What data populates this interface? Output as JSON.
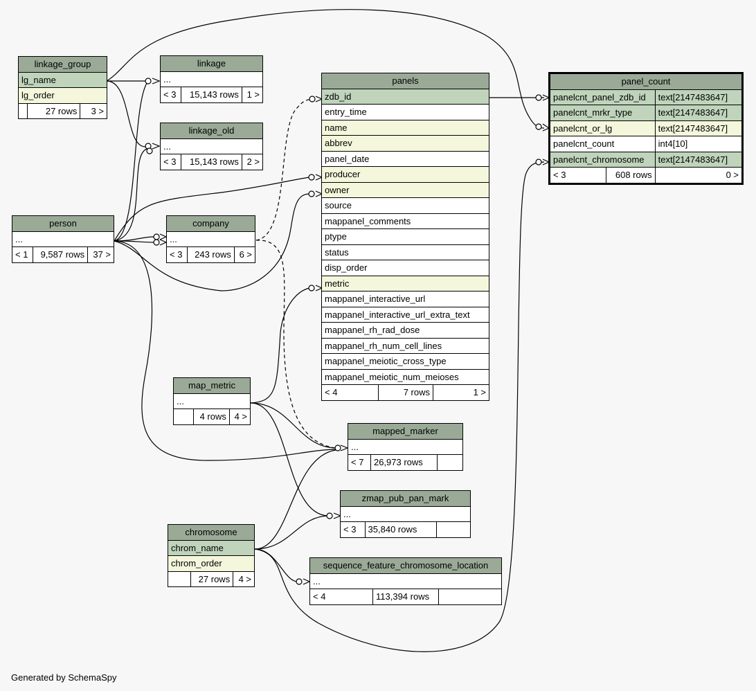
{
  "tables": {
    "linkage_group": {
      "name": "linkage_group",
      "columns": [
        {
          "name": "lg_name",
          "kind": "pk"
        },
        {
          "name": "lg_order",
          "kind": "fk"
        }
      ],
      "footer": [
        "",
        "27 rows",
        "3 >"
      ]
    },
    "linkage": {
      "name": "linkage",
      "columns": [
        {
          "name": "...",
          "kind": "plain"
        }
      ],
      "footer": [
        "< 3",
        "15,143 rows",
        "1 >"
      ]
    },
    "linkage_old": {
      "name": "linkage_old",
      "columns": [
        {
          "name": "...",
          "kind": "plain"
        }
      ],
      "footer": [
        "< 3",
        "15,143 rows",
        "2 >"
      ]
    },
    "person": {
      "name": "person",
      "columns": [
        {
          "name": "...",
          "kind": "plain"
        }
      ],
      "footer": [
        "< 1",
        "9,587 rows",
        "37 >"
      ]
    },
    "company": {
      "name": "company",
      "columns": [
        {
          "name": "...",
          "kind": "plain"
        }
      ],
      "footer": [
        "< 3",
        "243 rows",
        "6 >"
      ]
    },
    "panels": {
      "name": "panels",
      "columns": [
        {
          "name": "zdb_id",
          "kind": "pk"
        },
        {
          "name": "entry_time",
          "kind": "plain"
        },
        {
          "name": "name",
          "kind": "fk"
        },
        {
          "name": "abbrev",
          "kind": "fk"
        },
        {
          "name": "panel_date",
          "kind": "plain"
        },
        {
          "name": "producer",
          "kind": "fk"
        },
        {
          "name": "owner",
          "kind": "fk"
        },
        {
          "name": "source",
          "kind": "plain"
        },
        {
          "name": "mappanel_comments",
          "kind": "plain"
        },
        {
          "name": "ptype",
          "kind": "plain"
        },
        {
          "name": "status",
          "kind": "plain"
        },
        {
          "name": "disp_order",
          "kind": "plain"
        },
        {
          "name": "metric",
          "kind": "fk"
        },
        {
          "name": "mappanel_interactive_url",
          "kind": "plain"
        },
        {
          "name": "mappanel_interactive_url_extra_text",
          "kind": "plain"
        },
        {
          "name": "mappanel_rh_rad_dose",
          "kind": "plain"
        },
        {
          "name": "mappanel_rh_num_cell_lines",
          "kind": "plain"
        },
        {
          "name": "mappanel_meiotic_cross_type",
          "kind": "plain"
        },
        {
          "name": "mappanel_meiotic_num_meioses",
          "kind": "plain"
        }
      ],
      "footer": [
        "< 4",
        "7 rows",
        "1 >"
      ]
    },
    "panel_count": {
      "name": "panel_count",
      "columns": [
        {
          "name": "panelcnt_panel_zdb_id",
          "type": "text[2147483647]",
          "kind": "pk"
        },
        {
          "name": "panelcnt_mrkr_type",
          "type": "text[2147483647]",
          "kind": "pk"
        },
        {
          "name": "panelcnt_or_lg",
          "type": "text[2147483647]",
          "kind": "fk"
        },
        {
          "name": "panelcnt_count",
          "type": "int4[10]",
          "kind": "plain"
        },
        {
          "name": "panelcnt_chromosome",
          "type": "text[2147483647]",
          "kind": "pk"
        }
      ],
      "footer": [
        "< 3",
        "608 rows",
        "0 >"
      ]
    },
    "map_metric": {
      "name": "map_metric",
      "columns": [
        {
          "name": "...",
          "kind": "plain"
        }
      ],
      "footer": [
        "",
        "4 rows",
        "4 >"
      ]
    },
    "mapped_marker": {
      "name": "mapped_marker",
      "columns": [
        {
          "name": "...",
          "kind": "plain"
        }
      ],
      "footer": [
        "< 7",
        "26,973 rows",
        ""
      ]
    },
    "zmap_pub_pan_mark": {
      "name": "zmap_pub_pan_mark",
      "columns": [
        {
          "name": "...",
          "kind": "plain"
        }
      ],
      "footer": [
        "< 3",
        "35,840 rows",
        ""
      ]
    },
    "chromosome": {
      "name": "chromosome",
      "columns": [
        {
          "name": "chrom_name",
          "kind": "pk"
        },
        {
          "name": "chrom_order",
          "kind": "fk"
        }
      ],
      "footer": [
        "",
        "27 rows",
        "4 >"
      ]
    },
    "sequence_feature_chromosome_location": {
      "name": "sequence_feature_chromosome_location",
      "columns": [
        {
          "name": "...",
          "kind": "plain"
        }
      ],
      "footer": [
        "< 4",
        "113,394 rows",
        ""
      ]
    }
  },
  "footer_text": "Generated by SchemaSpy"
}
